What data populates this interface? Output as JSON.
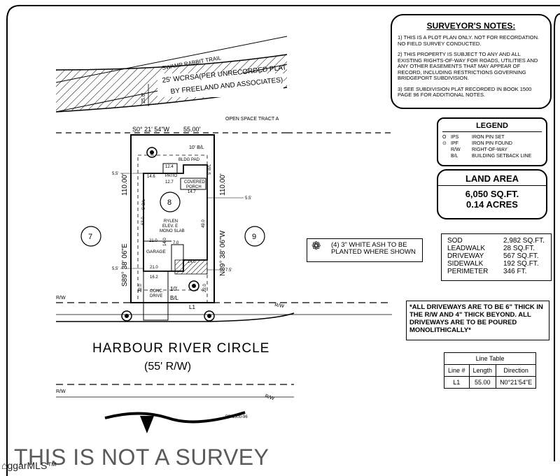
{
  "surveyor_notes": {
    "title": "SURVEYOR'S NOTES:",
    "notes": [
      "1) THIS IS A PLOT PLAN ONLY. NOT FOR RECORDATION. NO FIELD SURVEY CONDUCTED.",
      "2) THIS PROPERTY IS SUBJECT TO ANY AND ALL EXISTING RIGHTS-OF-WAY FOR ROADS, UTILITIES AND ANY OTHER EASEMENTS THAT MAY APPEAR OF RECORD, INCLUDING RESTRICTIONS GOVERNING BRIDGEPORT SUBDIVISION.",
      "3) SEE SUBDIVISION PLAT RECORDED IN BOOK 1500 PAGE 96 FOR ADDITIONAL NOTES."
    ]
  },
  "legend": {
    "title": "LEGEND",
    "items": [
      {
        "symbol": "O",
        "abbr": "IPS",
        "desc": "IRON PIN SET"
      },
      {
        "symbol": "⊙",
        "abbr": "IPF",
        "desc": "IRON PIN FOUND"
      },
      {
        "symbol": "",
        "abbr": "R/W",
        "desc": "RIGHT-OF-WAY"
      },
      {
        "symbol": "",
        "abbr": "B/L",
        "desc": "BUILDING SETBACK LINE"
      }
    ]
  },
  "land_area": {
    "title": "LAND AREA",
    "sqft": "6,050 SQ.FT.",
    "acres": "0.14 ACRES"
  },
  "quantities": [
    {
      "label": "SOD",
      "value": "2,982 SQ.FT."
    },
    {
      "label": "LEADWALK",
      "value": "28 SQ.FT."
    },
    {
      "label": "DRIVEWAY",
      "value": "567 SQ.FT."
    },
    {
      "label": "SIDEWALK",
      "value": "192 SQ.FT."
    },
    {
      "label": "PERIMETER",
      "value": "346 FT."
    }
  ],
  "tree_note": "(4) 3\" WHITE ASH TO BE PLANTED WHERE SHOWN",
  "driveway_note": "*ALL DRIVEWAYS ARE TO BE 6\" THICK IN THE R/W AND 4\" THICK BEYOND. ALL DRIVEWAYS ARE TO BE POURED MONOLITHICALLY*",
  "line_table": {
    "title": "Line Table",
    "headers": [
      "Line #",
      "Length",
      "Direction"
    ],
    "rows": [
      [
        "L1",
        "55.00",
        "N0°21'54\"E"
      ]
    ]
  },
  "plan_labels": {
    "trail": "SWAMP RABBIT TRAIL",
    "easement_1": "25' WCRSA(PER UNRECORDED PLAT",
    "easement_2": "BY FREELAND AND ASSOCIATES)",
    "easement_width": "25.0'",
    "open_space": "OPEN SPACE TRACT A",
    "top_bearing": "S0° 21' 54\"W",
    "top_length": "55.00'",
    "left_bearing": "S89° 38' 06\"E",
    "left_length": "110.00'",
    "right_bearing": "N89° 38' 06\"W",
    "right_length": "110.00'",
    "rear_setback": "10' B/L",
    "front_setback_1": "10'",
    "front_setback_2": "B/L",
    "side_setback_l": "5' B/L",
    "side_setback_r": "5' B/L",
    "bldg_pad": "BLDG PAD",
    "patio": "PATIO",
    "covered_porch_1": "COVERED",
    "covered_porch_2": "PORCH",
    "lot": "8",
    "lot_left": "7",
    "lot_right": "9",
    "house_1": "RYLEN",
    "house_2": "ELEV. E",
    "house_3": "MONO SLAB",
    "garage": "GARAGE",
    "drive_1": "CONC.",
    "drive_2": "DRIVE",
    "rw": "R/W",
    "l1": "L1",
    "pb": "PB 1500-96",
    "dims": {
      "d55l": "5.5'",
      "d55r": "5.5'",
      "d55b": "5.5'",
      "d75": "7.5'",
      "d146": "14.6",
      "d124": "12.4",
      "d127": "12.7",
      "d147": "14.7",
      "d630": "63.0",
      "d490": "49.0",
      "d210a": "21.0",
      "d140a": "14.0",
      "d70": "7.0",
      "d210b": "21.0",
      "d162": "16.2",
      "d140b": "14.0",
      "d220a": "22.0",
      "d220b": "22.0"
    }
  },
  "street_name": "HARBOUR RIVER CIRCLE",
  "street_rw": "(55' R/W)",
  "watermark": "THIS IS NOT A SURVEY",
  "logo": "ggarMLS™"
}
